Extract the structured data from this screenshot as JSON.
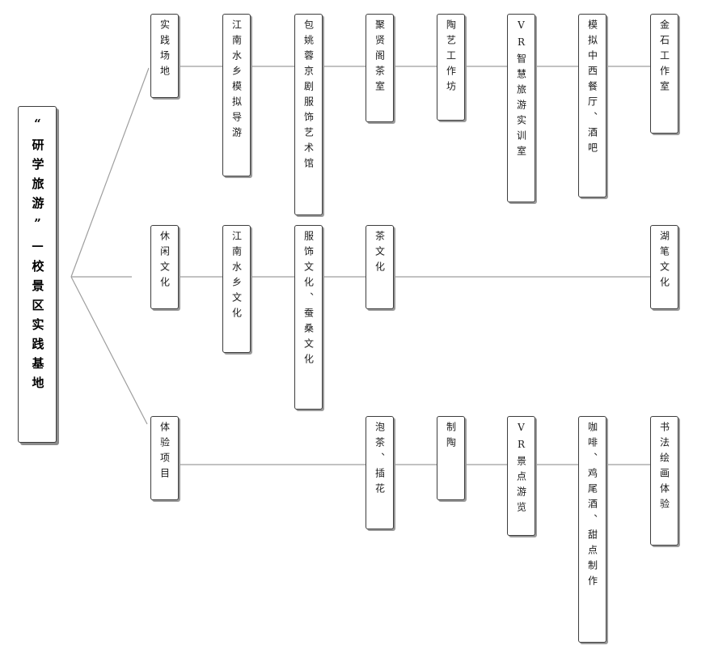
{
  "root": {
    "label": "“研学旅游”—校景区实践基地"
  },
  "colors": {
    "line": "#9e9e9e",
    "border": "#3d3d3d",
    "text": "#1a1a1a"
  },
  "rows": [
    {
      "category": "实践场地",
      "items": [
        "江南水乡模拟导游",
        "包姚蓉京剧服饰艺术馆",
        "聚贤阁茶室",
        "陶艺工作坊",
        "VR智慧旅游实训室",
        "模拟中西餐厅、酒吧",
        "金石工作室"
      ]
    },
    {
      "category": "休闲文化",
      "items": [
        "江南水乡文化",
        "服饰文化、蚕桑文化",
        "茶文化",
        "湖笔文化"
      ]
    },
    {
      "category": "体验项目",
      "items": [
        "泡茶、插花",
        "制陶",
        "VR景点游览",
        "咖啡、鸡尾酒、甜点制作",
        "书法绘画体验"
      ]
    }
  ]
}
